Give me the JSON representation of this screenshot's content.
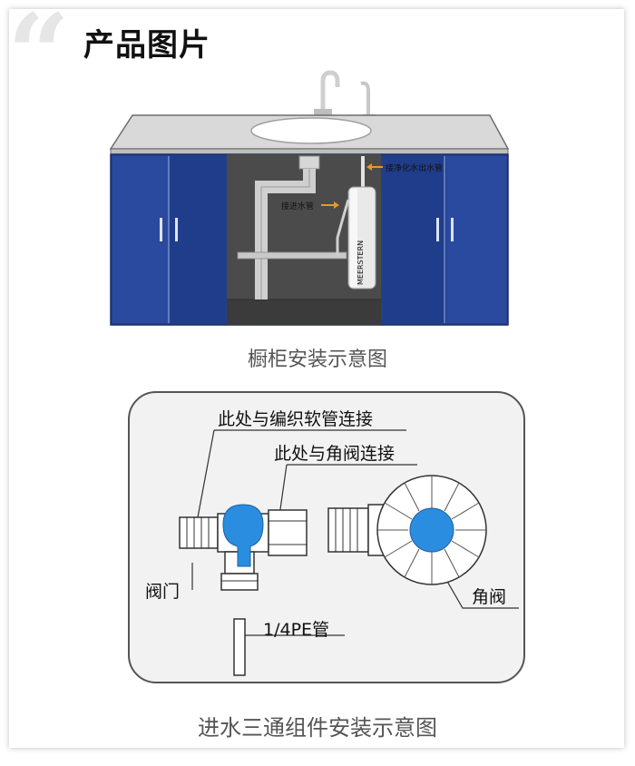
{
  "header": {
    "title": "产品图片"
  },
  "cabinet_diagram": {
    "outlet_label": "接净化水出水管",
    "inlet_label": "接进水管",
    "filter_brand": "MEERSTERN",
    "caption": "橱柜安装示意图",
    "colors": {
      "door": "#1f3f8f",
      "counter": "#d9d9d9",
      "interior": "#4a4a4a"
    }
  },
  "tee_diagram": {
    "label_braided_hose": "此处与编织软管连接",
    "label_angle_valve_connect": "此处与角阀连接",
    "label_valve": "阀门",
    "label_pe_tube": "1/4PE管",
    "label_angle_valve": "角阀",
    "caption": "进水三通组件安装示意图",
    "colors": {
      "valve_handle": "#2b8de0",
      "panel": "#f2f2f2"
    }
  }
}
